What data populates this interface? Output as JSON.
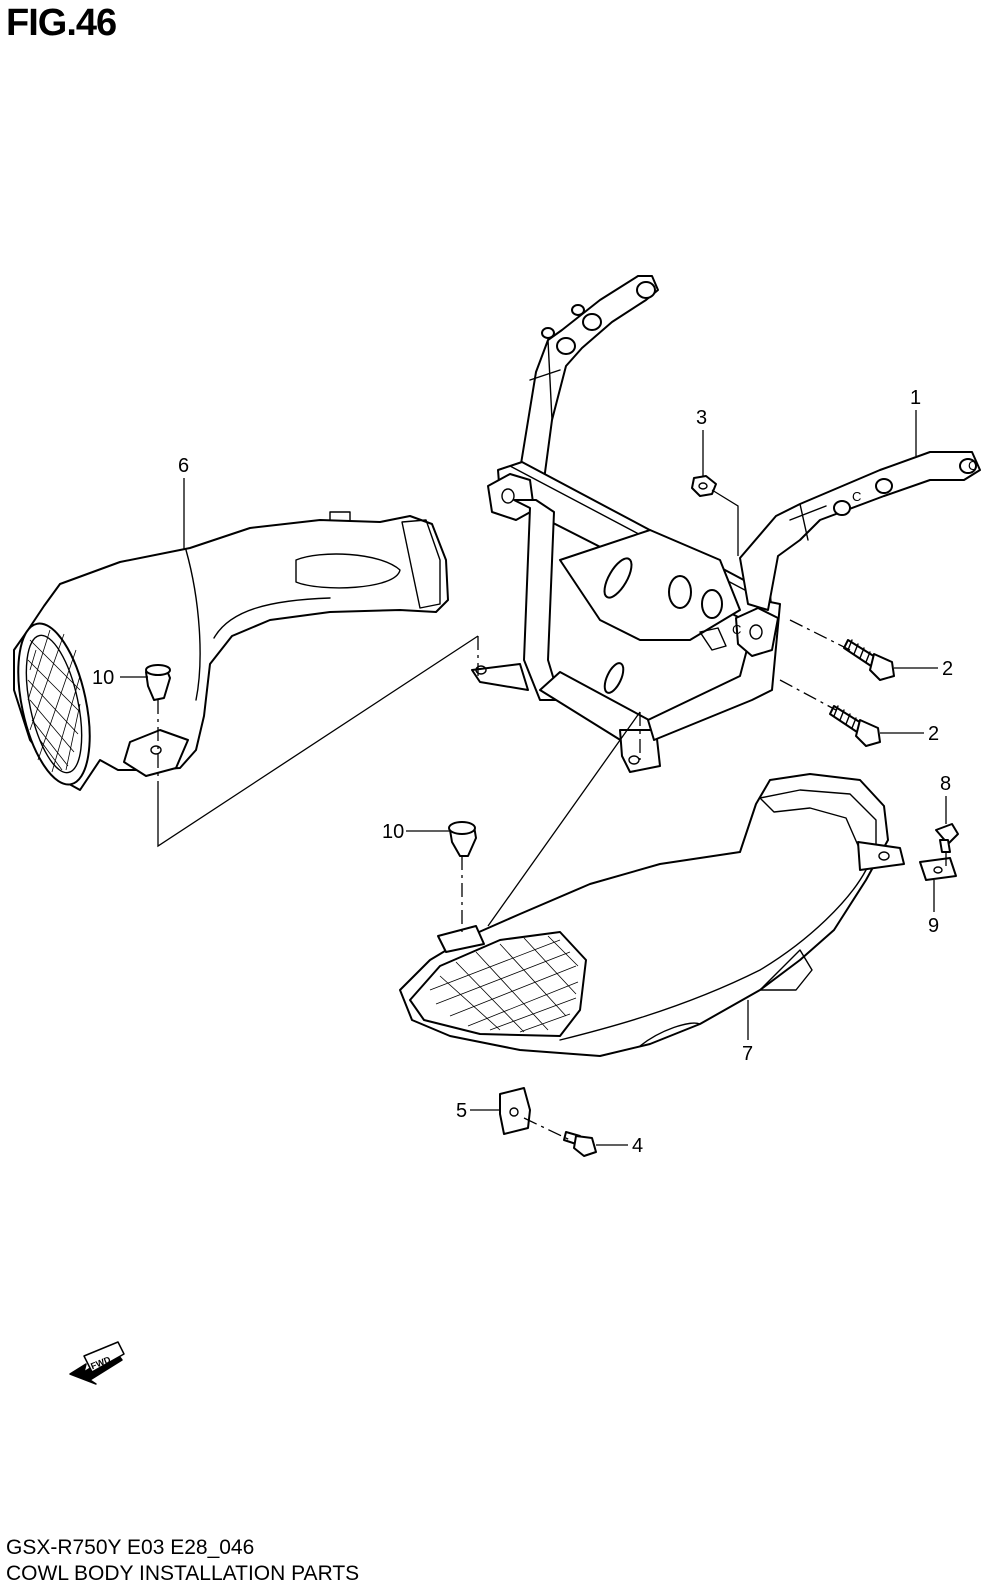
{
  "figure": {
    "title": "FIG.46",
    "model_code": "GSX-R750Y E03 E28_046",
    "group_name": "COWL BODY INSTALLATION PARTS"
  },
  "callouts": {
    "c1": "1",
    "c2a": "2",
    "c2b": "2",
    "c3": "3",
    "c4": "4",
    "c5": "5",
    "c6": "6",
    "c7": "7",
    "c8": "8",
    "c9": "9",
    "c10a": "10",
    "c10b": "10"
  },
  "bracket_marks": [
    "C",
    "C",
    "C"
  ],
  "direction_arrow": {
    "label": "FWD",
    "icon": "forward-arrow-icon"
  },
  "colors": {
    "line": "#000000",
    "background": "#ffffff"
  }
}
